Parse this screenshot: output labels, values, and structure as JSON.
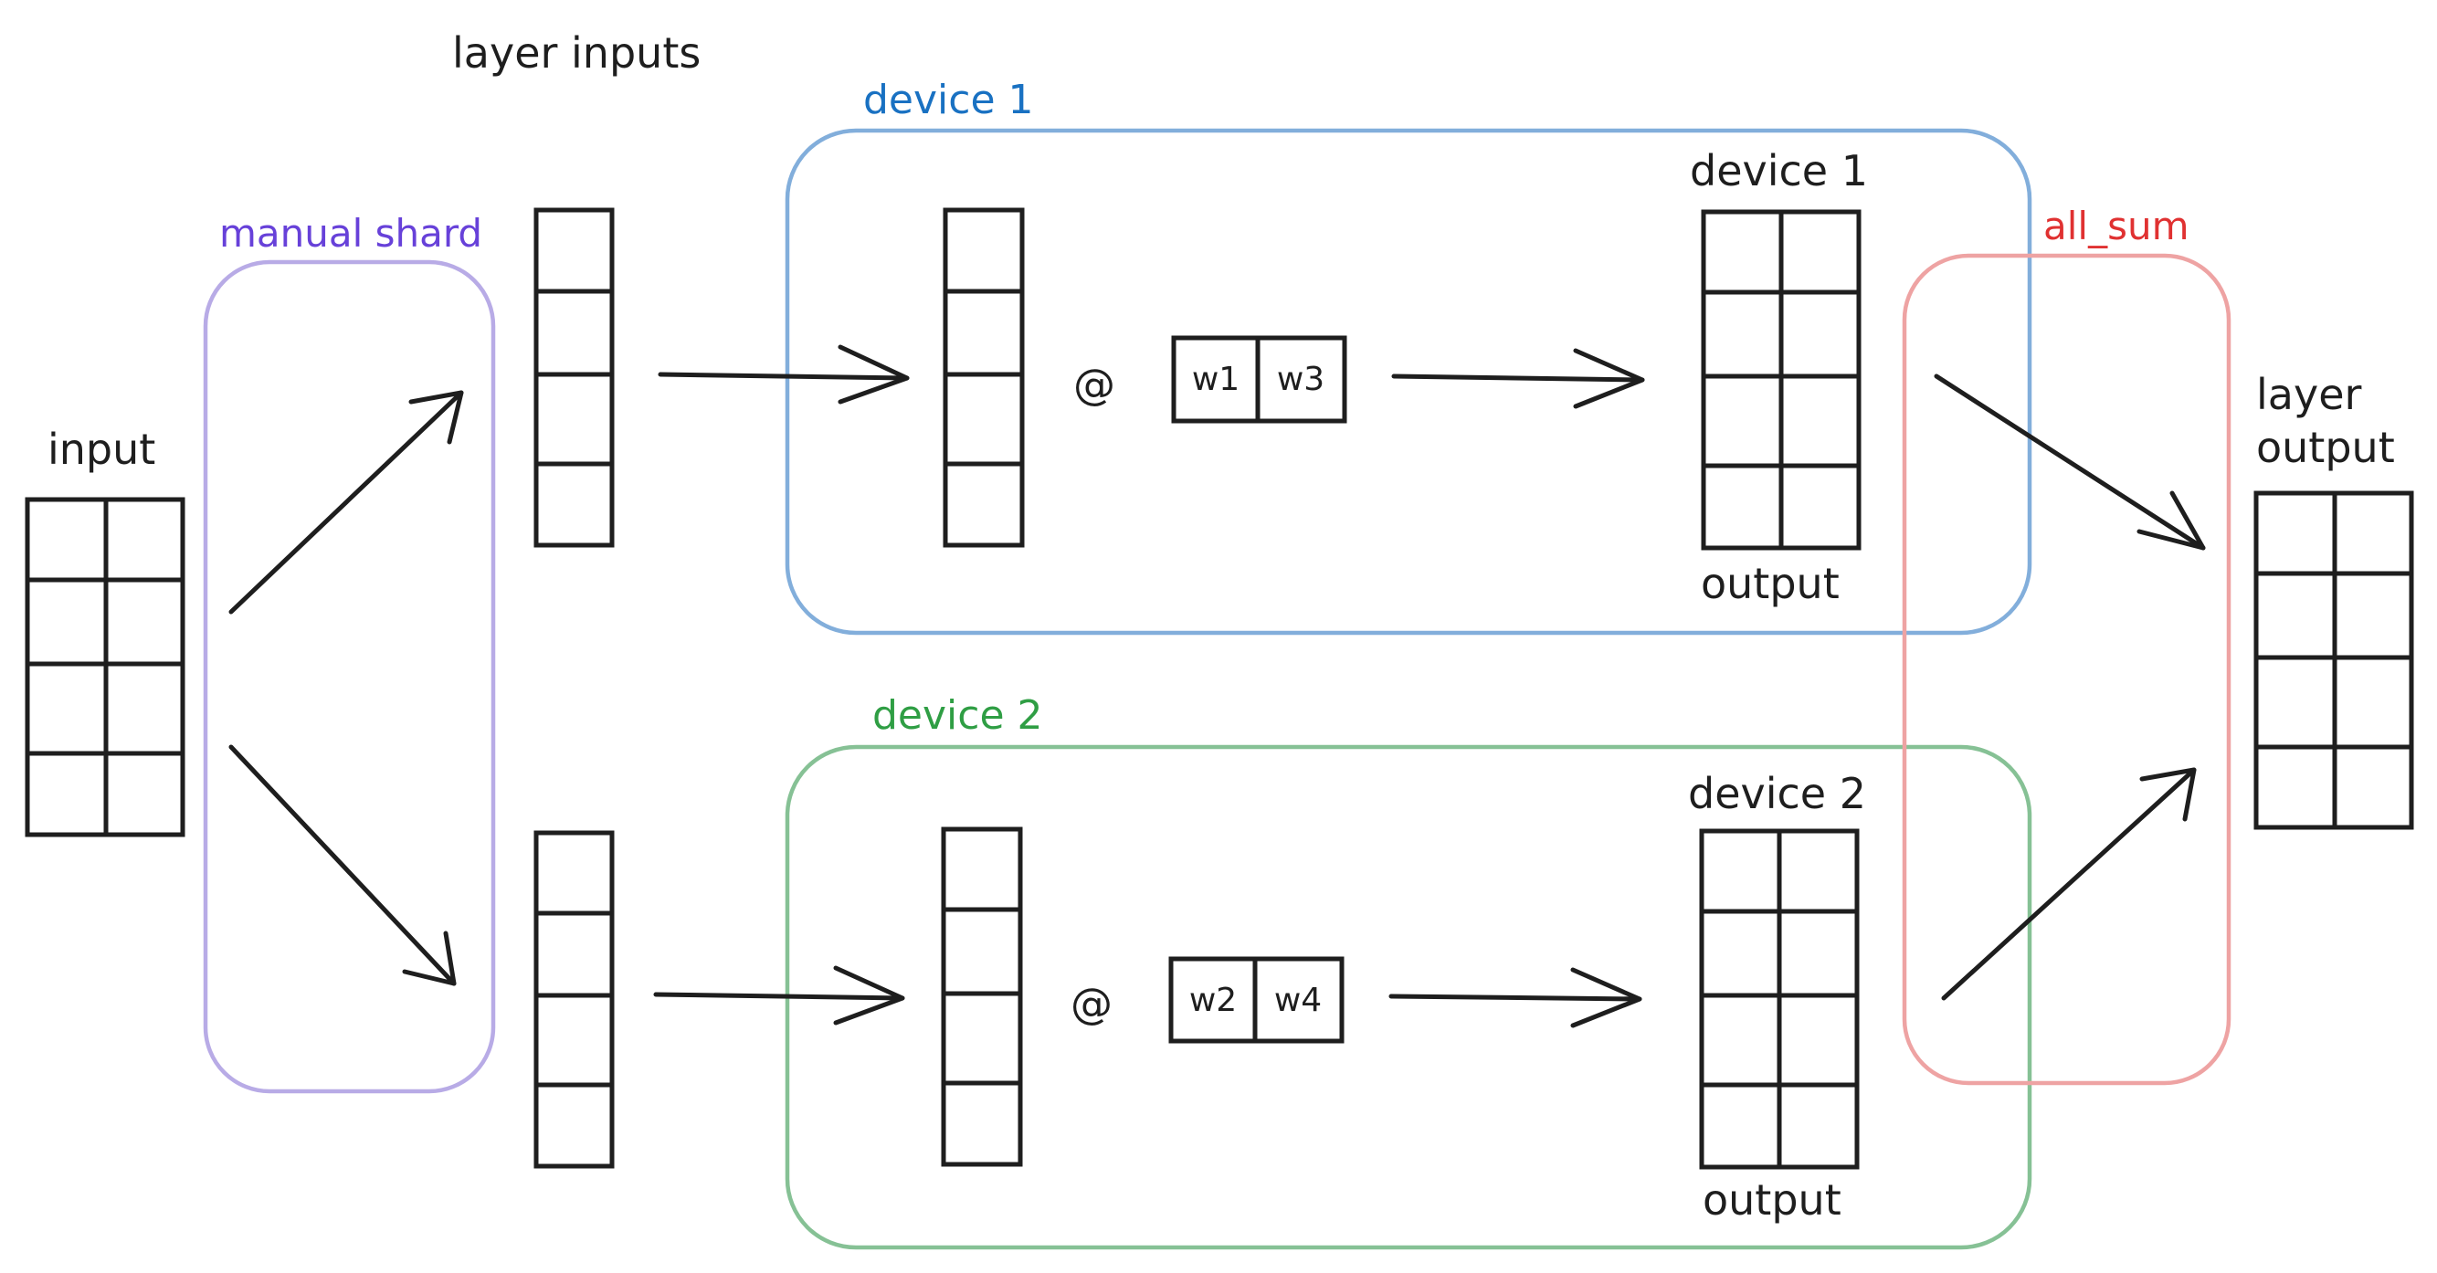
{
  "labels": {
    "layer_inputs": "layer inputs",
    "input": "input",
    "manual_shard": "manual shard",
    "device1_group": "device 1",
    "device2_group": "device 2",
    "device1_output_title": "device 1",
    "device2_output_title": "device 2",
    "output_1": "output",
    "output_2": "output",
    "all_sum": "all_sum",
    "layer": "layer",
    "output_final": "output",
    "matmul_1": "@",
    "matmul_2": "@",
    "w1": "w1",
    "w2": "w2",
    "w3": "w3",
    "w4": "w4"
  },
  "colors": {
    "manual_shard": "#6741d9",
    "device1": "#1971c2",
    "device2": "#2f9e44",
    "all_sum": "#e03131",
    "manual_shard_border": "#b8abe6",
    "device1_border": "#82aedb",
    "device2_border": "#86c195",
    "all_sum_border": "#eea3a3",
    "ink": "#1e1e1e"
  }
}
